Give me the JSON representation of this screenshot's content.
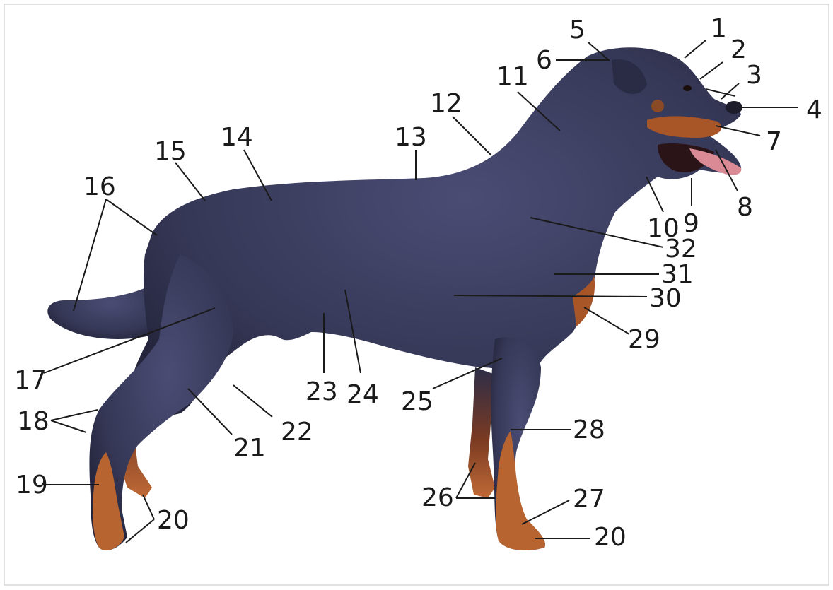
{
  "labels": {
    "n1": "1",
    "n2": "2",
    "n3": "3",
    "n4": "4",
    "n5": "5",
    "n6": "6",
    "n7": "7",
    "n8": "8",
    "n9": "9",
    "n10": "10",
    "n11": "11",
    "n12": "12",
    "n13": "13",
    "n14": "14",
    "n15": "15",
    "n16": "16",
    "n17": "17",
    "n18": "18",
    "n19": "19",
    "n20a": "20",
    "n20b": "20",
    "n21": "21",
    "n22": "22",
    "n23": "23",
    "n24": "24",
    "n25": "25",
    "n26": "26",
    "n27": "27",
    "n28": "28",
    "n29": "29",
    "n30": "30",
    "n31": "31",
    "n32": "32"
  },
  "colors": {
    "coat": "#3a3c5e",
    "coat_shadow": "#222338",
    "tan": "#b05a2a",
    "tongue": "#d98a94",
    "leader_line": "#1a1a1a"
  }
}
